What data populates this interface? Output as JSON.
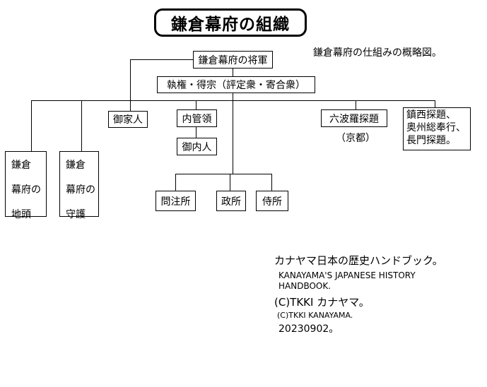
{
  "title": "鎌倉幕府の組織",
  "caption": "鎌倉幕府の仕組みの概略図。",
  "nodes": {
    "shogun": "鎌倉幕府の将軍",
    "shikken": "執権・得宗（評定衆・寄合衆）",
    "gokenin": "御家人",
    "uchikanrei": "内管領",
    "miuchibito": "御内人",
    "monchujo": "問注所",
    "mandokoro": "政所",
    "samuraidokoro": "侍所",
    "rokuhara": "六波羅探題",
    "rokuhara_note": "（京都）",
    "chinzei_lines": [
      "鎮西探題、",
      "奥州総奉行、",
      "長門探題。"
    ],
    "jito_lines": [
      "鎌倉",
      "幕府の",
      "地頭"
    ],
    "shugo_lines": [
      "鎌倉",
      "幕府の",
      "守護"
    ]
  },
  "credit": {
    "line1": "カナヤマ日本の歴史ハンドブック。",
    "line2a": "KANAYAMA'S JAPANESE HISTORY",
    "line2b": "HANDBOOK.",
    "line3": "(C)TKKI カナヤマ。",
    "line4": "(C)TKKI  KANAYAMA.",
    "line5": "20230902。"
  }
}
